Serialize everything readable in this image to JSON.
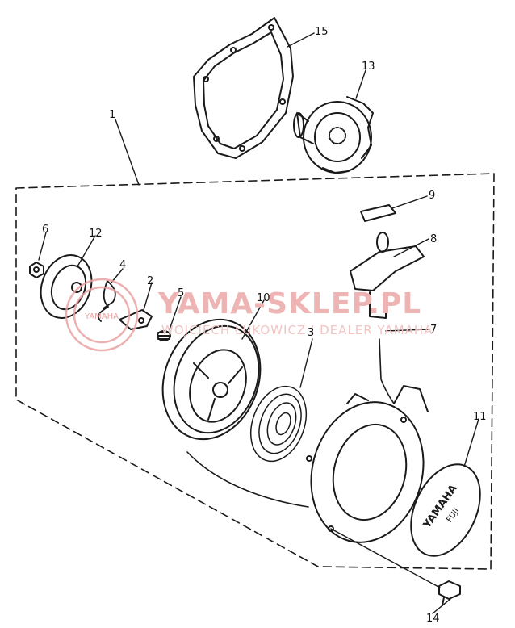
{
  "callouts": {
    "c1": "1",
    "c2": "2",
    "c3": "3",
    "c4": "4",
    "c5": "5",
    "c6": "6",
    "c7": "7",
    "c8": "8",
    "c9": "9",
    "c10": "10",
    "c11": "11",
    "c12": "12",
    "c13": "13",
    "c14": "14",
    "c15": "15"
  },
  "watermark": {
    "title": "YAMA-SKLEP.PL",
    "subtitle": "WOJCIECH ŁUKOWICZ I DEALER YAMAHA",
    "logo_text": "YAMAHA"
  },
  "cover_text": {
    "line1": "YAMAHA",
    "line2": "FUJI"
  },
  "colors": {
    "ink": "#1a1a1a",
    "watermark": "#e9a3a3",
    "paper": "#ffffff"
  }
}
